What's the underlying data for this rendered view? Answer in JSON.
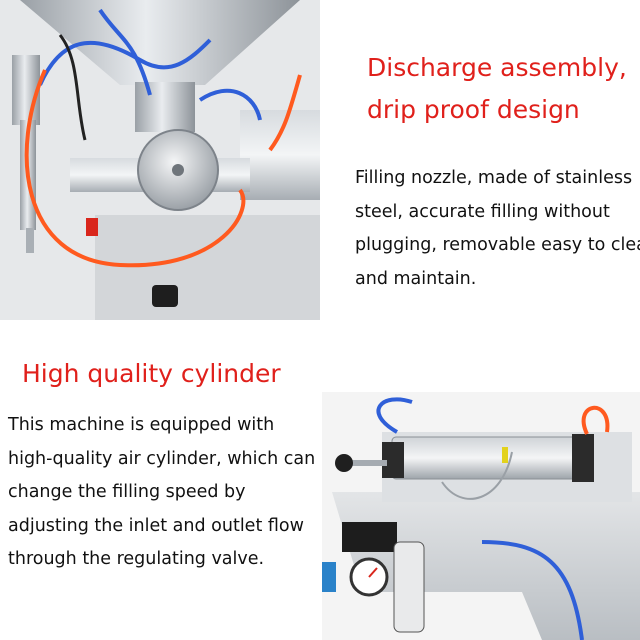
{
  "top_section": {
    "headline_lines": [
      "Discharge assembly,",
      "drip proof design"
    ],
    "body_lines": [
      "Filling nozzle, made of stainless",
      "steel, accurate filling without",
      "plugging, removable easy to clea",
      "and maintain."
    ]
  },
  "bottom_section": {
    "headline": "High quality cylinder",
    "body_lines": [
      "This machine is equipped with",
      "high-quality air cylinder, which can",
      "change the filling speed by",
      "adjusting the inlet and outlet flow",
      "through the regulating valve."
    ]
  },
  "colors": {
    "headline": "#e0201b",
    "body_text": "#111111",
    "steel": "#c9cdd1",
    "tube_blue": "#2f5fd8",
    "tube_orange": "#ff5a1f"
  }
}
